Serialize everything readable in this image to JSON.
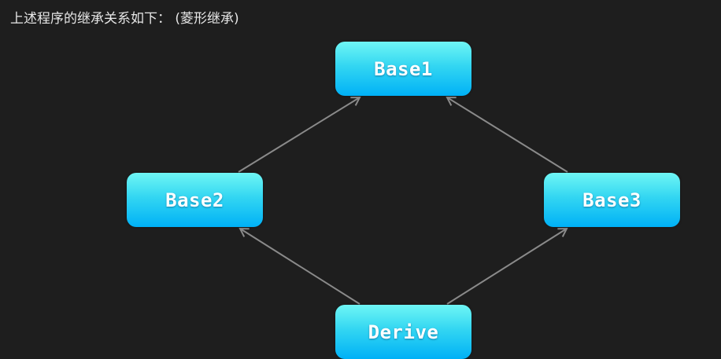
{
  "caption": "上述程序的继承关系如下： (菱形继承)",
  "nodes": {
    "base1": "Base1",
    "base2": "Base2",
    "base3": "Base3",
    "derive": "Derive"
  },
  "edges": [
    {
      "from": "base2",
      "to": "base1"
    },
    {
      "from": "base3",
      "to": "base1"
    },
    {
      "from": "derive",
      "to": "base2"
    },
    {
      "from": "derive",
      "to": "base3"
    }
  ],
  "colors": {
    "background": "#1e1e1e",
    "node_top": "#6ff6f4",
    "node_bottom": "#00b1f6",
    "edge": "#8a8a8a",
    "text": "#ffffff"
  }
}
